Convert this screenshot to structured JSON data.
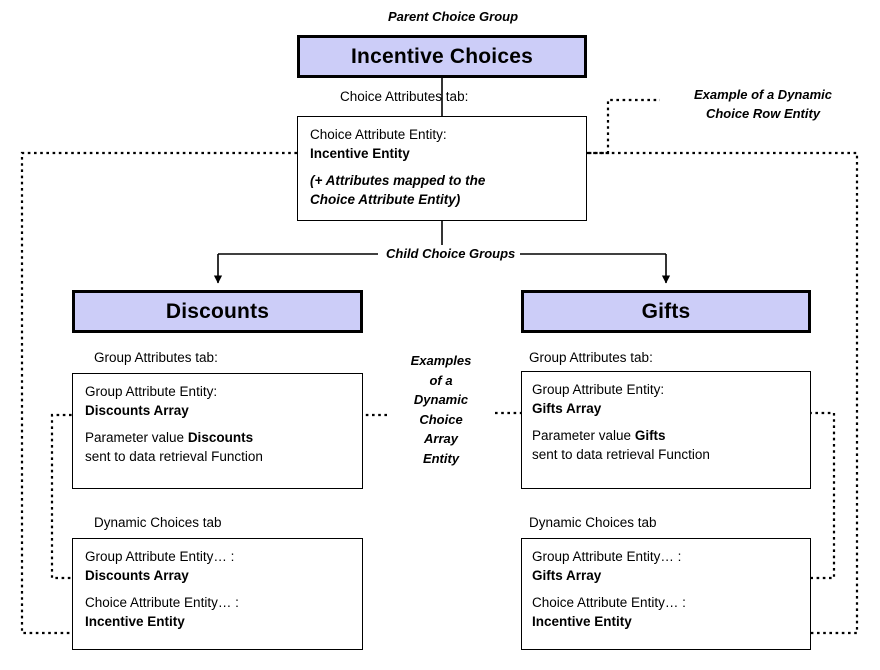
{
  "diagram": {
    "title_label": "Parent Choice Group",
    "parent_group": {
      "name": "Incentive Choices",
      "tab_caption": "Choice Attributes tab:",
      "panel": {
        "line1": "Choice Attribute Entity:",
        "line2": "Incentive Entity",
        "note1": "(+ Attributes mapped to the",
        "note2": "Choice Attribute Entity)"
      }
    },
    "row_entity_annotation": {
      "line1": "Example of a Dynamic",
      "line2": "Choice Row Entity"
    },
    "child_groups_label": "Child Choice Groups",
    "array_entity_annotation": {
      "line1": "Examples",
      "line2": "of a",
      "line3": "Dynamic",
      "line4": "Choice",
      "line5": "Array",
      "line6": "Entity"
    },
    "children": [
      {
        "name": "Discounts",
        "group_tab_caption": "Group Attributes tab:",
        "group_panel": {
          "line1": "Group Attribute Entity:",
          "line2": "Discounts Array",
          "line3_pre": "Parameter value ",
          "line3_bold": "Discounts",
          "line4": "sent to data retrieval Function"
        },
        "dynamic_tab_caption": "Dynamic Choices tab",
        "dynamic_panel": {
          "line1": "Group Attribute Entity… :",
          "line2": "Discounts Array",
          "line3": "Choice Attribute Entity… :",
          "line4": "Incentive Entity"
        }
      },
      {
        "name": "Gifts",
        "group_tab_caption": "Group Attributes tab:",
        "group_panel": {
          "line1": "Group Attribute Entity:",
          "line2": "Gifts Array",
          "line3_pre": "Parameter value ",
          "line3_bold": "Gifts",
          "line4": "sent to data retrieval Function"
        },
        "dynamic_tab_caption": "Dynamic Choices tab",
        "dynamic_panel": {
          "line1": "Group Attribute Entity… :",
          "line2": "Gifts Array",
          "line3": "Choice Attribute Entity… :",
          "line4": "Incentive Entity"
        }
      }
    ],
    "colors": {
      "group_fill": "#cccdf8",
      "stroke": "#000000",
      "background": "#ffffff"
    }
  }
}
